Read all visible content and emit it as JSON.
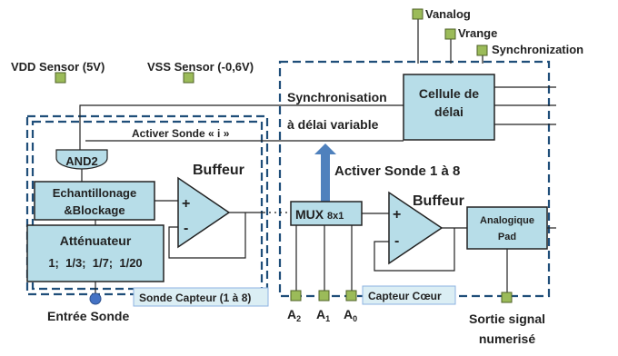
{
  "pins_top": {
    "vanalog": "Vanalog",
    "vrange": "Vrange",
    "synchronization": "Synchronization"
  },
  "supplies": {
    "vdd": "VDD Sensor (5V)",
    "vss": "VSS Sensor (-0,6V)"
  },
  "labels": {
    "sync_line1": "Synchronisation",
    "sync_line2": "à délai variable",
    "activer_sonde_i": "Activer Sonde « i »",
    "activer_sonde_1_8": "Activer Sonde 1 à 8",
    "buffeur_left": "Buffeur",
    "buffeur_right": "Buffeur",
    "sonde_capteur": "Sonde Capteur (1 à 8)",
    "capteur_coeur": "Capteur Cœur",
    "entree_sonde": "Entrée Sonde",
    "sortie_line1": "Sortie signal",
    "sortie_line2": "numerisé"
  },
  "blocks": {
    "cellule_line1": "Cellule de",
    "cellule_line2": "délai",
    "and2": "AND2",
    "echant_line1": "Echantillonage",
    "echant_line2": "&Blockage",
    "attenuateur_title": "Atténuateur",
    "attenuateur_values": "1;  1/3;  1/7;  1/20",
    "mux_main": "MUX",
    "mux_sub": "8x1",
    "pad_line1": "Analogique",
    "pad_line2": "Pad"
  },
  "amp_signs": {
    "plus": "+",
    "minus": "-"
  },
  "address_pins": {
    "a2": "A",
    "a2_sub": "2",
    "a1": "A",
    "a1_sub": "1",
    "a0": "A",
    "a0_sub": "0"
  },
  "colors": {
    "block_fill": "#b7dde8",
    "pin_green": "#9bbb59",
    "dash_blue": "#1f4e79",
    "arrow_blue": "#4f81bd",
    "entree_dot": "#4472c4"
  }
}
